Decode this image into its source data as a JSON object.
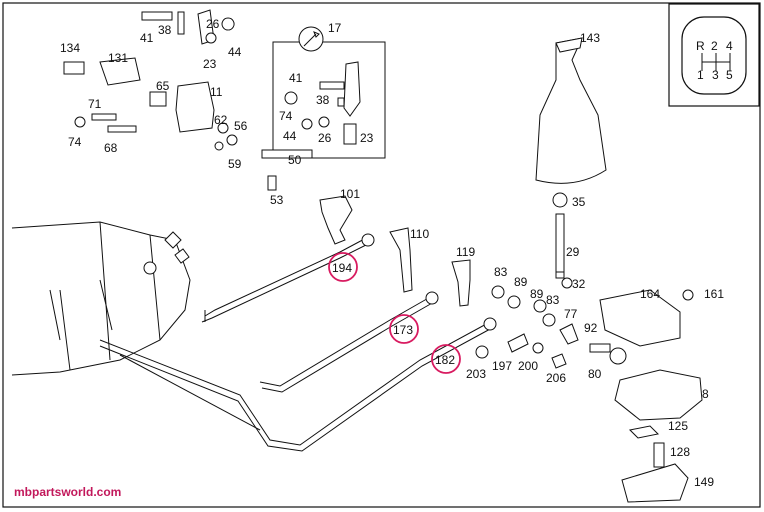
{
  "callouts": {
    "n134": "134",
    "n131": "131",
    "n41a": "41",
    "n38a": "38",
    "n26a": "26",
    "n44a": "44",
    "n23a": "23",
    "n17": "17",
    "n65": "65",
    "n11": "11",
    "n71": "71",
    "n74a": "74",
    "n68": "68",
    "n62": "62",
    "n56": "56",
    "n59": "59",
    "n41b": "41",
    "n38b": "38",
    "n74b": "74",
    "n44b": "44",
    "n26b": "26",
    "n23b": "23",
    "n50": "50",
    "n53": "53",
    "n101": "101",
    "n143": "143",
    "n35": "35",
    "n29": "29",
    "n32": "32",
    "n110": "110",
    "n119": "119",
    "n83a": "83",
    "n89a": "89",
    "n89b": "89",
    "n83b": "83",
    "n77": "77",
    "n92": "92",
    "n164": "164",
    "n161": "161",
    "n194": "194",
    "n173": "173",
    "n182": "182",
    "n203": "203",
    "n197": "197",
    "n200": "200",
    "n206": "206",
    "n80": "80",
    "n8": "8",
    "n125": "125",
    "n128": "128",
    "n149": "149"
  },
  "shift_pattern": {
    "r": "R",
    "g2": "2",
    "g4": "4",
    "g1": "1",
    "g3": "3",
    "g5": "5"
  },
  "highlight_color": "#d81b60",
  "watermark": "mbpartsworld.com"
}
